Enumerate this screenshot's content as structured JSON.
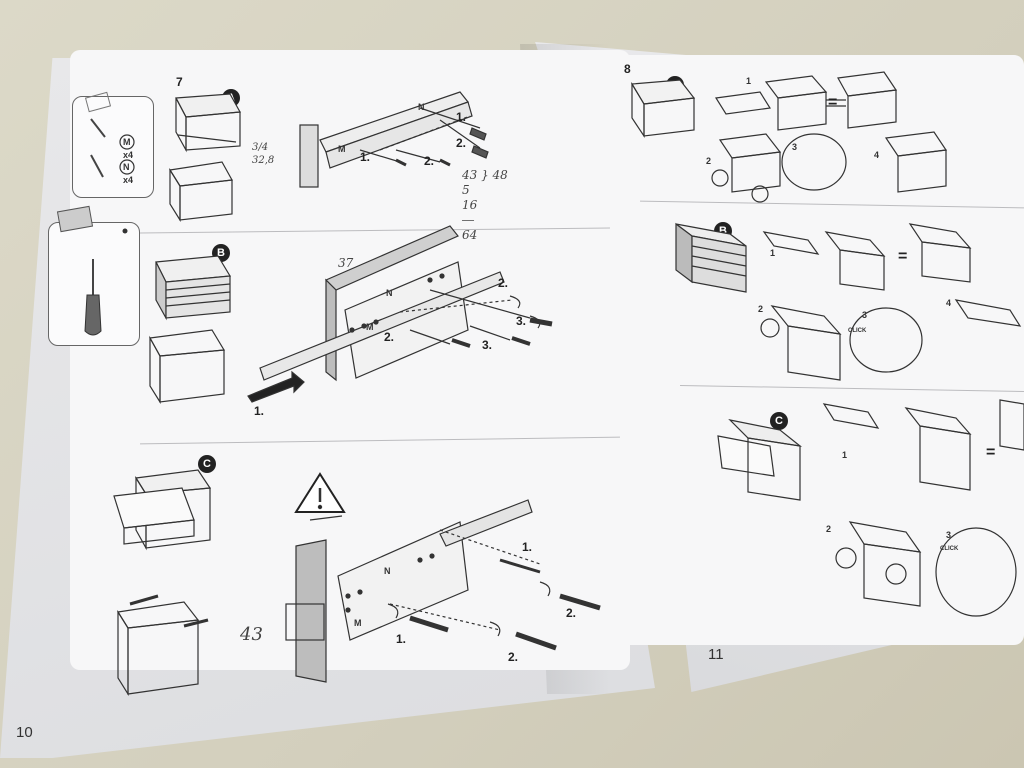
{
  "left_page": {
    "page_number": "10",
    "step": "7",
    "fixings": {
      "screw_m": {
        "letter": "M",
        "qty": "x4"
      },
      "screw_n": {
        "letter": "N",
        "qty": "x4"
      }
    },
    "sections": [
      {
        "badge": "A"
      },
      {
        "badge": "B"
      },
      {
        "badge": "C"
      }
    ],
    "section_b_labels": [
      "37",
      "1.",
      "2.",
      "2.",
      "3.",
      "3.",
      "N",
      "M"
    ],
    "section_a_labels": [
      "1.",
      "2.",
      "1.",
      "2.",
      "M",
      "N"
    ],
    "section_c_labels": [
      "1.",
      "1.",
      "2.",
      "2.",
      "M",
      "N"
    ],
    "handwritten_sum": "43 } 48\n 5\n16\n―\n64",
    "handwritten_measure": "43",
    "handwritten_side": "3/4\n32,8"
  },
  "right_page": {
    "page_number": "11",
    "step": "8",
    "sections": [
      {
        "badge": "A"
      },
      {
        "badge": "B"
      },
      {
        "badge": "C"
      }
    ],
    "sub_steps": [
      "1",
      "2",
      "3",
      "4"
    ],
    "click_label": "CLICK",
    "equals": "="
  }
}
